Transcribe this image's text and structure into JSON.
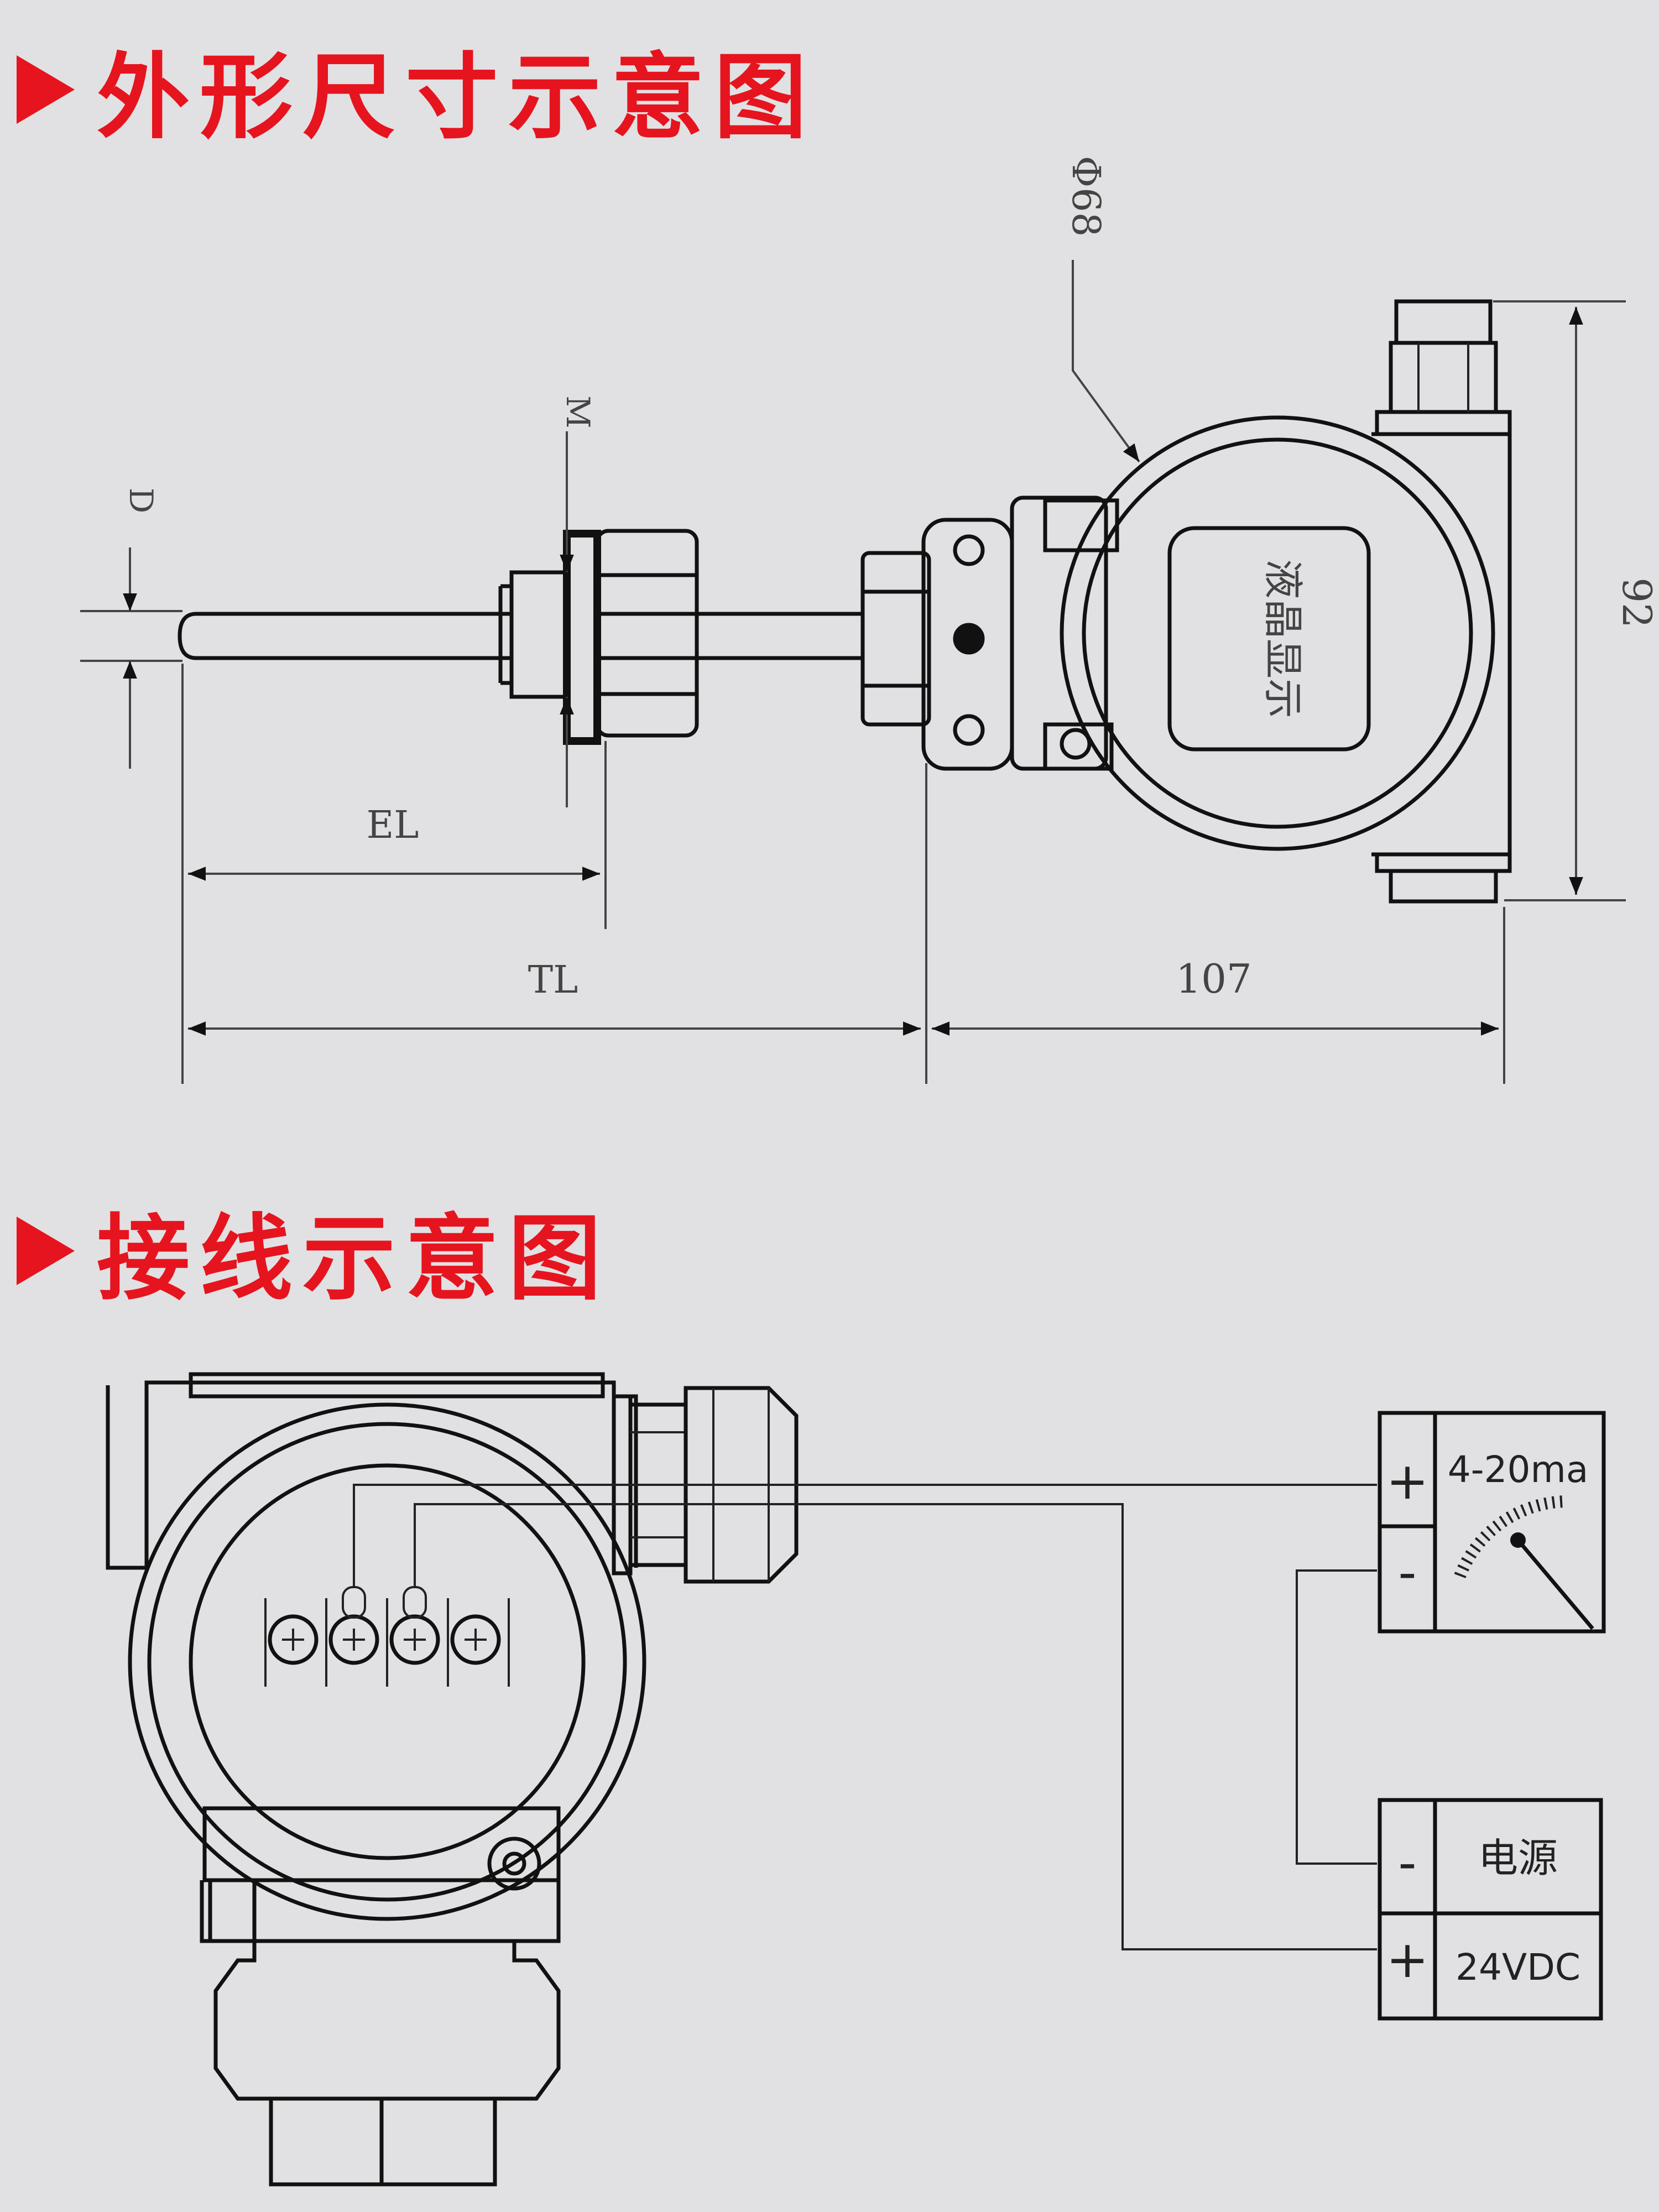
{
  "sections": {
    "dimensions_title": "外形尺寸示意图",
    "wiring_title": "接线示意图"
  },
  "dimension_labels": {
    "phi68": "Φ68",
    "m": "M",
    "d": "D",
    "el": "EL",
    "tl": "TL",
    "w107": "107",
    "h92": "92",
    "lcd": "液晶显示"
  },
  "wiring": {
    "meter_label": "4-20ma",
    "meter_plus": "+",
    "meter_minus": "-",
    "power_label": "电源",
    "power_voltage": "24VDC",
    "power_minus": "-",
    "power_plus": "+"
  },
  "colors": {
    "accent": "#e6141e",
    "background": "#e1e1e3",
    "line": "#111111"
  }
}
